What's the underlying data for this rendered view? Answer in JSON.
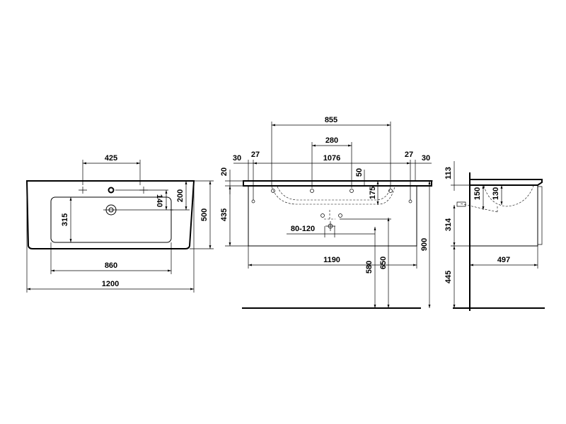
{
  "top_view": {
    "width_overall": "1200",
    "width_bowl": "860",
    "tap_spacing": "425",
    "depth_overall": "500",
    "depth_bowl": "315",
    "tap_offset_200": "200",
    "tap_offset_140": "140"
  },
  "front_view": {
    "width_855": "855",
    "width_280": "280",
    "width_1076": "1076",
    "width_1190": "1190",
    "left_30": "30",
    "left_27": "27",
    "right_27": "27",
    "right_30": "30",
    "height_20": "20",
    "height_435": "435",
    "height_50": "50",
    "height_175": "175",
    "range_80_120": "80-120",
    "height_580": "580",
    "height_650": "650",
    "height_900": "900"
  },
  "side_view": {
    "height_113": "113",
    "height_150": "150",
    "height_130": "130",
    "height_314": "314",
    "depth_497": "497",
    "height_445": "445"
  }
}
